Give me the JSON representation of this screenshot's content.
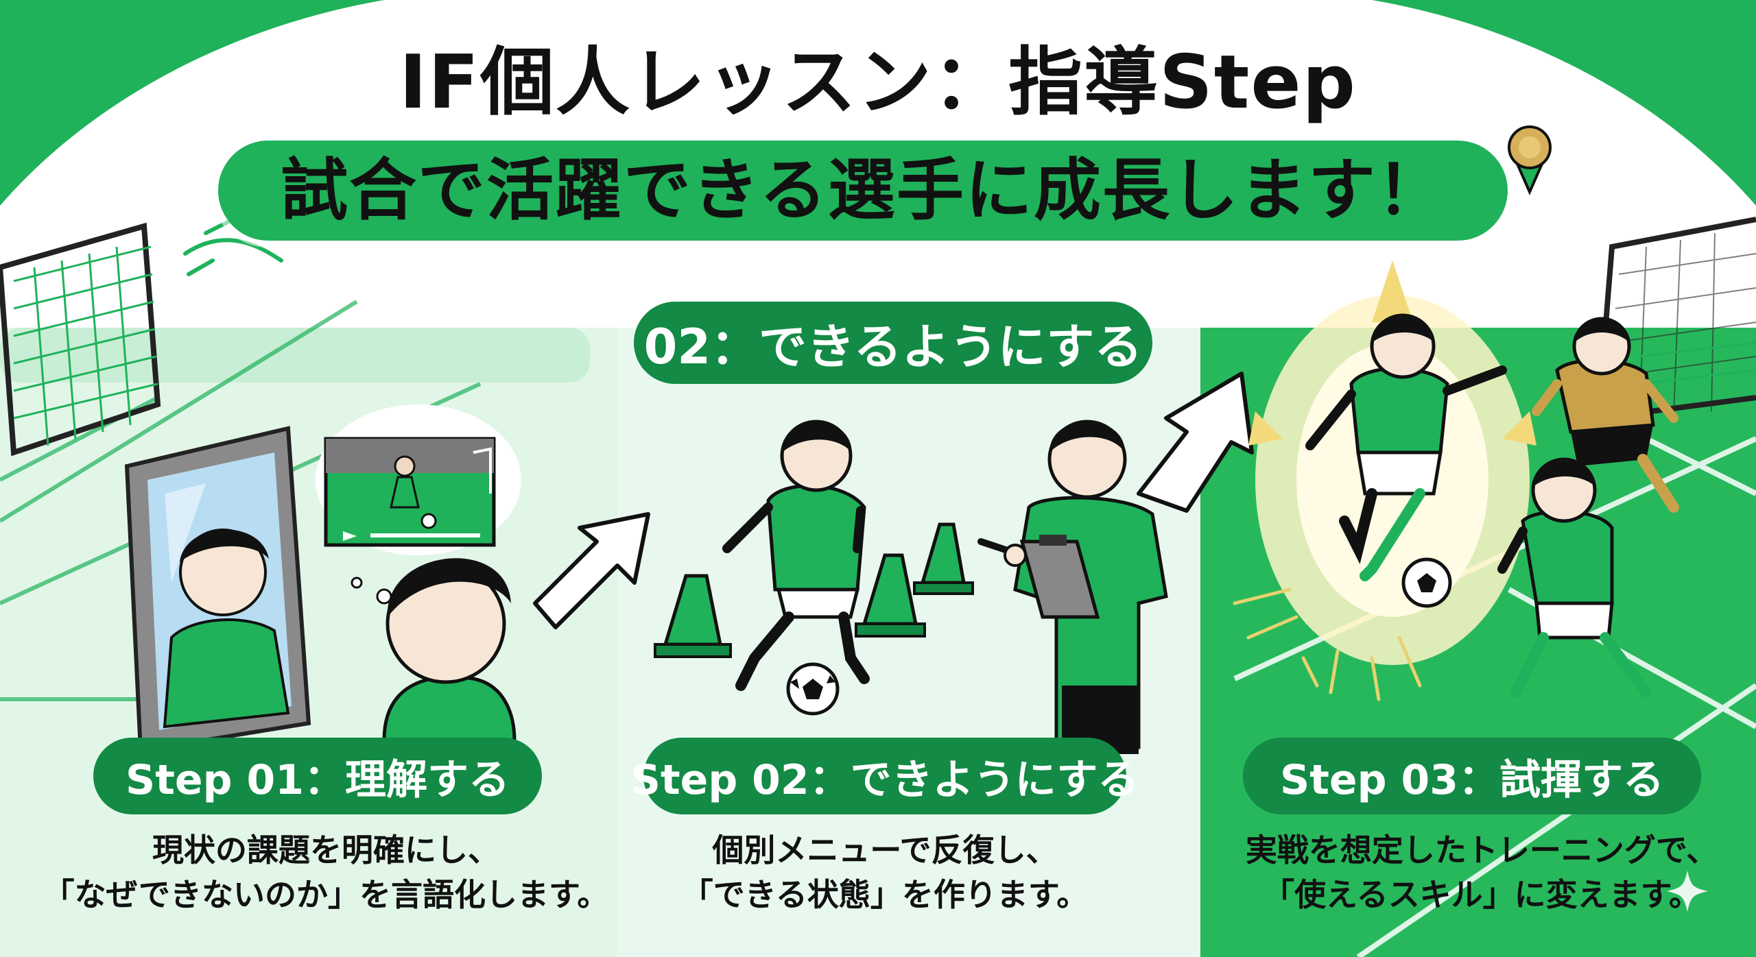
{
  "title": "IF個人レッスン：指導Step",
  "subtitle": "試合で活躍できる選手に成長します！",
  "center_badge": "02：できるようにする",
  "steps": [
    {
      "label": "Step 01：理解する",
      "desc_line1": "現状の課題を明確にし、",
      "desc_line2": "「なぜできないのか」を言語化します。"
    },
    {
      "label": "Step 02：できようにする",
      "desc_line1": "個別メニューで反復し、",
      "desc_line2": "「できる状態」を作ります。"
    },
    {
      "label": "Step 03：試揮する",
      "desc_line1": "実戦を想定したトレーニングで、",
      "desc_line2": "「使えるスキル」に変えます。"
    }
  ],
  "colors": {
    "brand_green": "#1fb25a",
    "dark_green": "#138a45",
    "light_green": "#dff5e6",
    "field_green": "#2dbd63",
    "text": "#111111",
    "keeper": "#c9a14a"
  },
  "icons": [
    "soccer-goal-icon",
    "mirror-icon",
    "video-screen-icon",
    "arrow-up-right-icon",
    "training-cone-icon",
    "soccer-ball-icon",
    "clipboard-icon",
    "medal-icon",
    "sparkle-icon"
  ]
}
